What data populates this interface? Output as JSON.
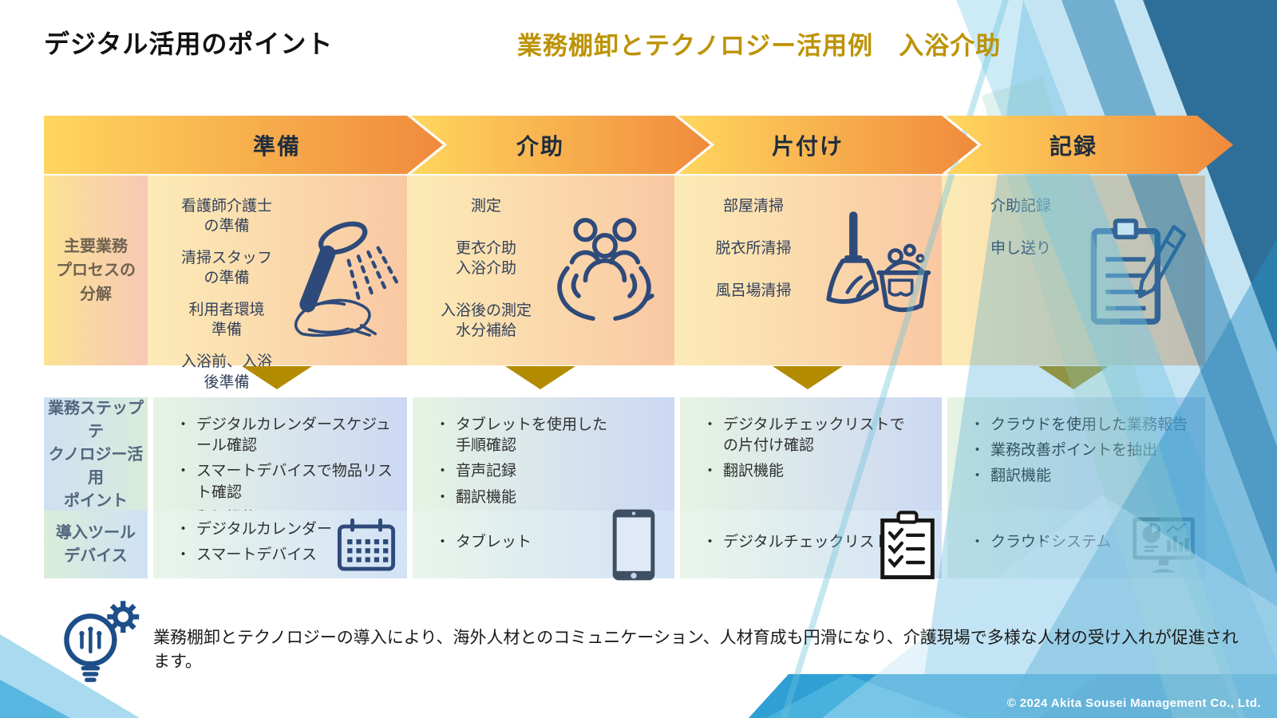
{
  "title": {
    "left": "デジタル活用のポイント",
    "right": "業務棚卸とテクノロジー活用例　入浴介助"
  },
  "steps": [
    "準備",
    "介助",
    "片付け",
    "記録"
  ],
  "rows": {
    "process": {
      "label": "主要業務\nプロセスの\n分解",
      "cells": [
        {
          "paras": [
            "看護師介護士\nの準備",
            "清掃スタッフ\nの準備",
            "利用者環境\n準備",
            "入浴前、入浴\n後準備"
          ],
          "icon": "shower-towel-icon"
        },
        {
          "paras": [
            "測定",
            "更衣介助\n入浴介助",
            "入浴後の測定\n水分補給"
          ],
          "icon": "hands-care-icon"
        },
        {
          "paras": [
            "部屋清掃",
            "脱衣所清掃",
            "風呂場清掃"
          ],
          "icon": "broom-bucket-icon"
        },
        {
          "paras": [
            "介助記録",
            "申し送り"
          ],
          "icon": "clipboard-pencil-icon"
        }
      ]
    },
    "tech": {
      "label": "業務ステップテ\nクノロジー活用\nポイント",
      "cells": [
        {
          "items": [
            "デジタルカレンダースケジュール確認",
            "スマートデバイスで物品リスト確認",
            "翻訳機能"
          ]
        },
        {
          "items": [
            "タブレットを使用した手順確認",
            "音声記録",
            "翻訳機能"
          ]
        },
        {
          "items": [
            "デジタルチェックリストでの片付け確認",
            "翻訳機能"
          ]
        },
        {
          "items": [
            "クラウドを使用した業務報告",
            "業務改善ポイントを抽出",
            "翻訳機能"
          ]
        }
      ]
    },
    "tools": {
      "label": "導入ツール\nデバイス",
      "cells": [
        {
          "items": [
            "デジタルカレンダー",
            "スマートデバイス"
          ],
          "icon": "calendar-icon"
        },
        {
          "items": [
            "タブレット"
          ],
          "icon": "tablet-icon"
        },
        {
          "items": [
            "デジタルチェックリスト"
          ],
          "icon": "checklist-icon"
        },
        {
          "items": [
            "クラウドシステム"
          ],
          "icon": "cloud-system-icon"
        }
      ]
    }
  },
  "footer": {
    "note": "業務棚卸とテクノロジーの導入により、海外人材とのコミュニケーション、人材育成も円滑になり、介護現場で多様な人材の受け入れが促進されます。",
    "copyright": "© 2024 Akita Sousei Management Co., Ltd."
  },
  "colors": {
    "title_accent": "#bd9306",
    "arrow_yellow": "#ffd65f",
    "arrow_orange": "#f08a3c",
    "marker_gold": "#b38b00",
    "icon_navy": "#2e4a7a",
    "footer_band_blue": "#2f9fd4"
  }
}
